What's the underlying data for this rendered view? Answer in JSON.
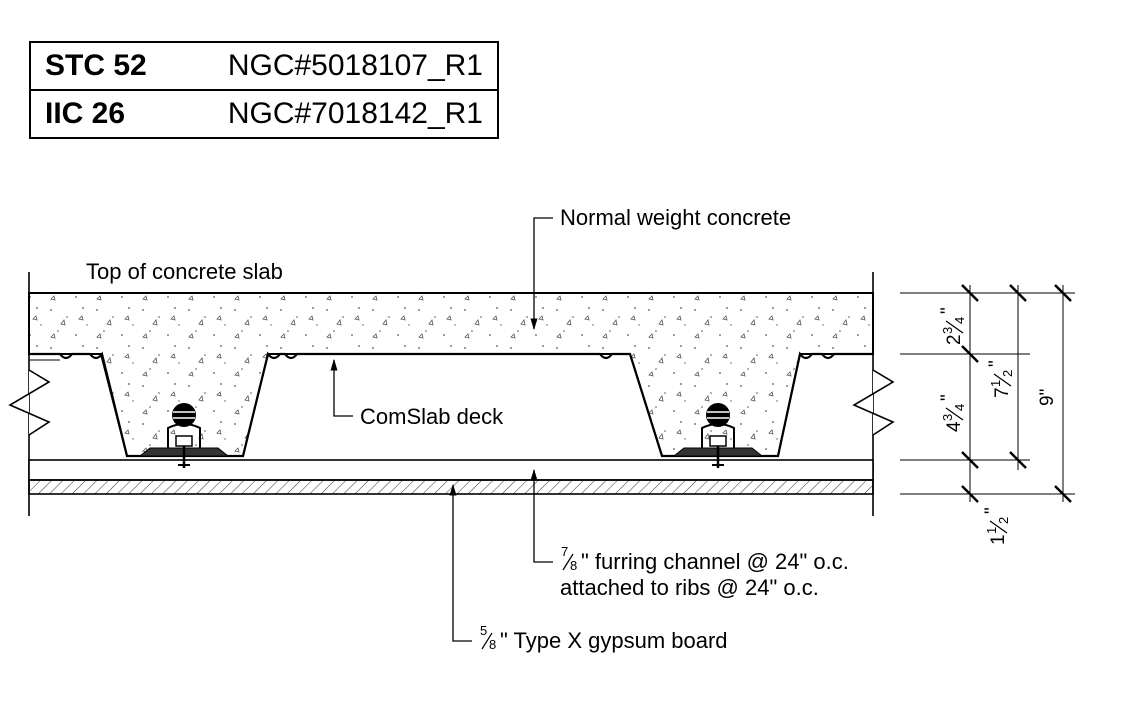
{
  "ratings": [
    {
      "label": "STC 52",
      "value": "NGC#5018107_R1"
    },
    {
      "label": "IIC 26",
      "value": "NGC#7018142_R1"
    }
  ],
  "callouts": {
    "concrete": "Normal weight concrete",
    "top_of_slab": "Top of concrete slab",
    "deck": "ComSlab deck",
    "furring_fraction": {
      "num": "7",
      "den": "8"
    },
    "furring_line1": "\" furring channel @ 24\" o.c.",
    "furring_line2": "attached to ribs @ 24\" o.c.",
    "gypsum_fraction": {
      "num": "5",
      "den": "8"
    },
    "gypsum": "\" Type X gypsum board"
  },
  "dimensions": {
    "slab_top": {
      "whole": "2",
      "num": "3",
      "den": "4"
    },
    "deck_depth": {
      "whole": "4",
      "num": "3",
      "den": "4"
    },
    "slab_total": {
      "whole": "7",
      "num": "1",
      "den": "2"
    },
    "assembly_total": "9\"",
    "ceiling": {
      "whole": "1",
      "num": "1",
      "den": "2"
    }
  }
}
